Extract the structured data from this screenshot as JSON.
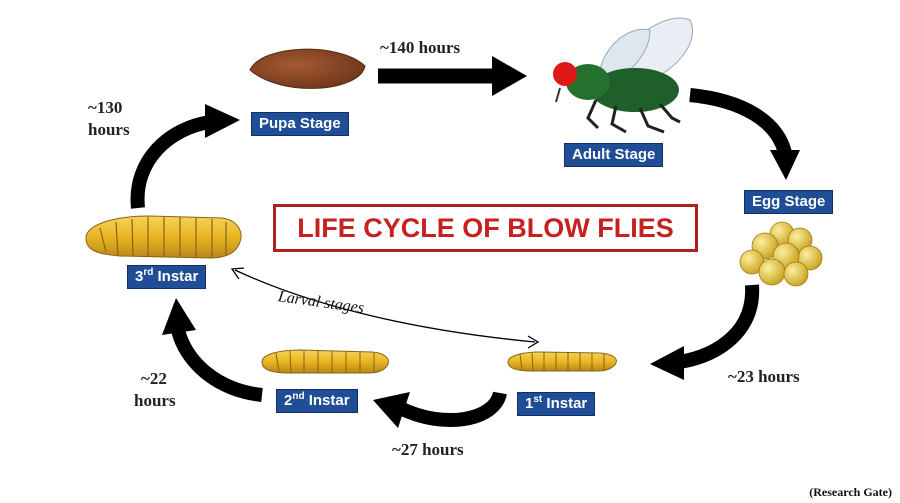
{
  "title": "LIFE CYCLE OF BLOW FLIES",
  "stages": {
    "pupa": "Pupa Stage",
    "adult": "Adult Stage",
    "egg": "Egg Stage",
    "first": {
      "num": "1",
      "sup": "st",
      "word": " Instar"
    },
    "second": {
      "num": "2",
      "sup": "nd",
      "word": " Instar"
    },
    "third": {
      "num": "3",
      "sup": "rd",
      "word": " Instar"
    }
  },
  "durations": {
    "pupa_to_adult": "~140 hours",
    "third_to_pupa_line1": "~130",
    "third_to_pupa_line2": "hours",
    "egg_to_first": "~23 hours",
    "first_to_second": "~27 hours",
    "second_to_third_line1": "~22",
    "second_to_third_line2": "hours"
  },
  "larval_note": "Larval stages",
  "source": "(Research Gate)",
  "colors": {
    "label_bg": "#1f4e96",
    "title_red": "#c62020",
    "arrow": "#000000",
    "larva": "#e9b623",
    "pupa": "#8b4a2b",
    "egg": "#e2c33a",
    "fly_body": "#1f5f2a",
    "fly_eye": "#e01818"
  }
}
